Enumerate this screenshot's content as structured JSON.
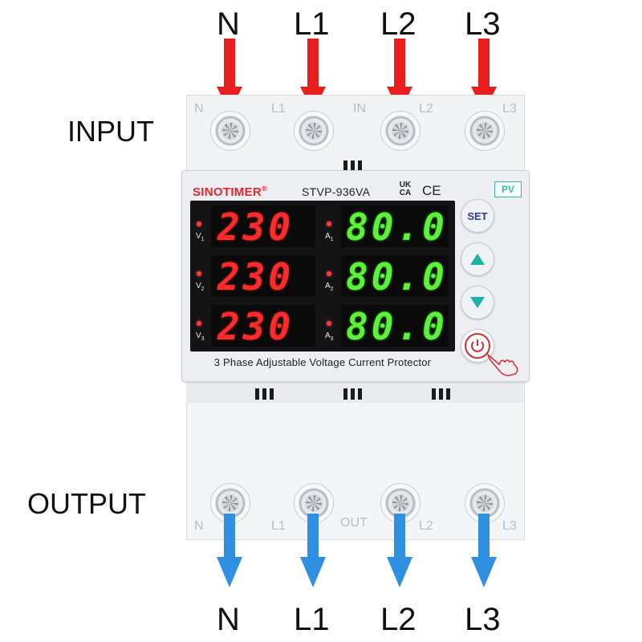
{
  "labels": {
    "input": "INPUT",
    "output": "OUTPUT",
    "top_wires": [
      "N",
      "L1",
      "L2",
      "L3"
    ],
    "bottom_wires": [
      "N",
      "L1",
      "L2",
      "L3"
    ],
    "terminal_top": [
      "N",
      "L1",
      "IN",
      "L2",
      "L3"
    ],
    "terminal_bottom": [
      "N",
      "L1",
      "OUT",
      "L2",
      "L3"
    ]
  },
  "device": {
    "brand": "SINOTIMER",
    "brand_mark": "®",
    "model": "STVP-936VA",
    "cert_ukca": "UK CA",
    "cert_ce": "CE",
    "badge": "PV",
    "caption": "3 Phase Adjustable Voltage Current Protector",
    "button_set": "SET"
  },
  "readings": {
    "voltage_labels": [
      "V",
      "V",
      "V"
    ],
    "voltage_subs": [
      "1",
      "2",
      "3"
    ],
    "current_labels": [
      "A",
      "A",
      "A"
    ],
    "current_subs": [
      "1",
      "2",
      "3"
    ],
    "voltages": [
      "230",
      "230",
      "230"
    ],
    "currents": [
      "80.0",
      "80.0",
      "80.0"
    ]
  },
  "colors": {
    "input_arrow": "#e81e1e",
    "output_arrow": "#2f8fe0",
    "voltage_display": "#ff2a2a",
    "current_display": "#5cf23a",
    "brand": "#e3262d",
    "accent_teal": "#19b3a8"
  },
  "icons": {
    "up": "triangle-up-icon",
    "down": "triangle-down-icon",
    "power": "power-icon",
    "hand": "pointing-hand-icon"
  }
}
